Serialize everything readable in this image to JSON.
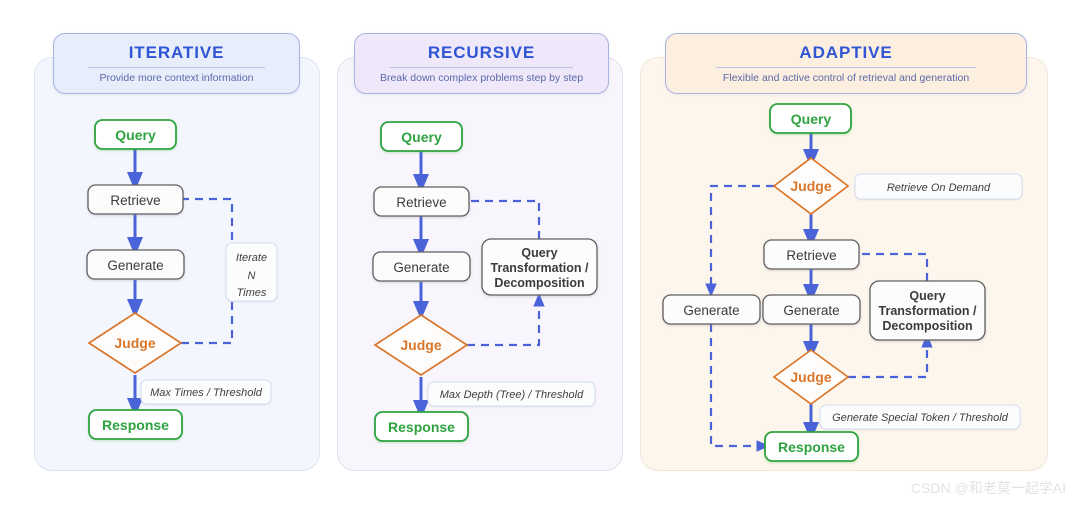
{
  "page": {
    "background": "#ffffff",
    "watermark": "CSDN @和老莫一起学AI"
  },
  "colors": {
    "title_blue": "#2f55d4",
    "subtitle_blue": "#5a68a8",
    "node_green": "#2fa33f",
    "node_gray_text": "#3b3b3b",
    "judge_orange": "#d9762b",
    "arrow_blue": "#4a63d8",
    "dashed_blue": "#4a63d8",
    "panel1_bg": "#f3f6fd",
    "panel2_bg": "#f8f5fc",
    "panel3_bg": "#fdf6ec"
  },
  "columns": [
    {
      "id": "iterative",
      "title": "ITERATIVE",
      "subtitle": "Provide more context information",
      "nodes": [
        {
          "key": "query",
          "label": "Query",
          "type": "start"
        },
        {
          "key": "retrieve",
          "label": "Retrieve",
          "type": "process"
        },
        {
          "key": "generate",
          "label": "Generate",
          "type": "process"
        },
        {
          "key": "judge",
          "label": "Judge",
          "type": "decision"
        },
        {
          "key": "response",
          "label": "Response",
          "type": "end"
        }
      ],
      "annotations": [
        {
          "key": "iterate-n-times",
          "label": "Iterate\nN\nTimes",
          "lines": [
            "Iterate",
            "N",
            "Times"
          ]
        },
        {
          "key": "max-times-threshold",
          "label": "Max Times / Threshold"
        }
      ]
    },
    {
      "id": "recursive",
      "title": "RECURSIVE",
      "subtitle": "Break down complex problems step by step",
      "nodes": [
        {
          "key": "query",
          "label": "Query",
          "type": "start"
        },
        {
          "key": "retrieve",
          "label": "Retrieve",
          "type": "process"
        },
        {
          "key": "generate",
          "label": "Generate",
          "type": "process"
        },
        {
          "key": "judge",
          "label": "Judge",
          "type": "decision"
        },
        {
          "key": "response",
          "label": "Response",
          "type": "end"
        },
        {
          "key": "query-transformation",
          "label": "Query Transformation / Decomposition",
          "type": "process",
          "lines": [
            "Query",
            "Transformation /",
            "Decomposition"
          ]
        }
      ],
      "annotations": [
        {
          "key": "max-depth-threshold",
          "label": "Max Depth (Tree) / Threshold"
        }
      ]
    },
    {
      "id": "adaptive",
      "title": "ADAPTIVE",
      "subtitle": "Flexible and  active control of retrieval and generation",
      "nodes": [
        {
          "key": "query",
          "label": "Query",
          "type": "start"
        },
        {
          "key": "judge-top",
          "label": "Judge",
          "type": "decision"
        },
        {
          "key": "retrieve",
          "label": "Retrieve",
          "type": "process"
        },
        {
          "key": "generate-left",
          "label": "Generate",
          "type": "process"
        },
        {
          "key": "generate-main",
          "label": "Generate",
          "type": "process"
        },
        {
          "key": "judge-bottom",
          "label": "Judge",
          "type": "decision"
        },
        {
          "key": "response",
          "label": "Response",
          "type": "end"
        },
        {
          "key": "query-transformation",
          "label": "Query Transformation / Decomposition",
          "type": "process",
          "lines": [
            "Query",
            "Transformation /",
            "Decomposition"
          ]
        }
      ],
      "annotations": [
        {
          "key": "retrieve-on-demand",
          "label": "Retrieve On  Demand"
        },
        {
          "key": "generate-special-token",
          "label": "Generate Special Token / Threshold"
        }
      ]
    }
  ]
}
